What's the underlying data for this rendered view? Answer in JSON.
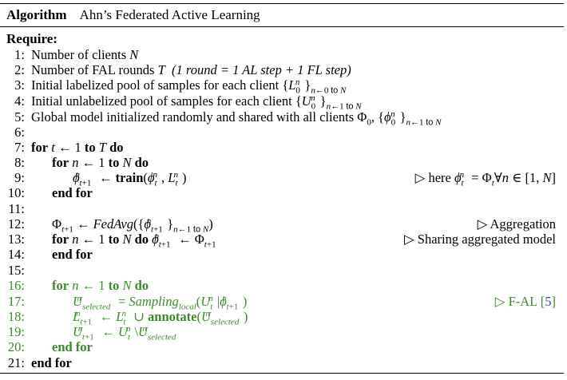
{
  "header": {
    "label": "Algorithm",
    "title": "Ahn’s Federated Active Learning"
  },
  "require_label": "Require:",
  "lines": [
    {
      "n": "1:",
      "text": "Number of clients"
    },
    {
      "n": "2:",
      "text": "Number of FAL rounds",
      "note": "(1 round = 1 AL step + 1 FL step)"
    },
    {
      "n": "3:",
      "text": "Initial labelized pool of samples for each client"
    },
    {
      "n": "4:",
      "text": "Initial unlabelized pool of samples for each client"
    },
    {
      "n": "5:",
      "text": "Global model initialized randomly and shared with all clients"
    },
    {
      "n": "6:"
    },
    {
      "n": "7:",
      "kw_for": "for",
      "kw_to": "to",
      "kw_do": "do"
    },
    {
      "n": "8:",
      "kw_for": "for",
      "kw_to": "to",
      "kw_do": "do"
    },
    {
      "n": "9:",
      "fn": "train",
      "comment": "▷ here"
    },
    {
      "n": "10:",
      "kw": "end for"
    },
    {
      "n": "11:"
    },
    {
      "n": "12:",
      "fn": "FedAvg",
      "comment": "▷ Aggregation"
    },
    {
      "n": "13:",
      "kw_for": "for",
      "kw_to": "to",
      "kw_do": "do",
      "comment": "▷ Sharing aggregated model"
    },
    {
      "n": "14:",
      "kw": "end for"
    },
    {
      "n": "15:"
    },
    {
      "n": "16:",
      "kw_for": "for",
      "kw_to": "to",
      "kw_do": "do"
    },
    {
      "n": "17:",
      "fn": "Sampling",
      "fn_sub": "local",
      "comment": "▷ F-AL",
      "cite": "5"
    },
    {
      "n": "18:",
      "fn": "annotate"
    },
    {
      "n": "19:"
    },
    {
      "n": "20:",
      "kw": "end for"
    },
    {
      "n": "21:",
      "kw": "end for"
    }
  ],
  "colors": {
    "green": "#3a8c2a",
    "cite": "#2a49b0"
  }
}
